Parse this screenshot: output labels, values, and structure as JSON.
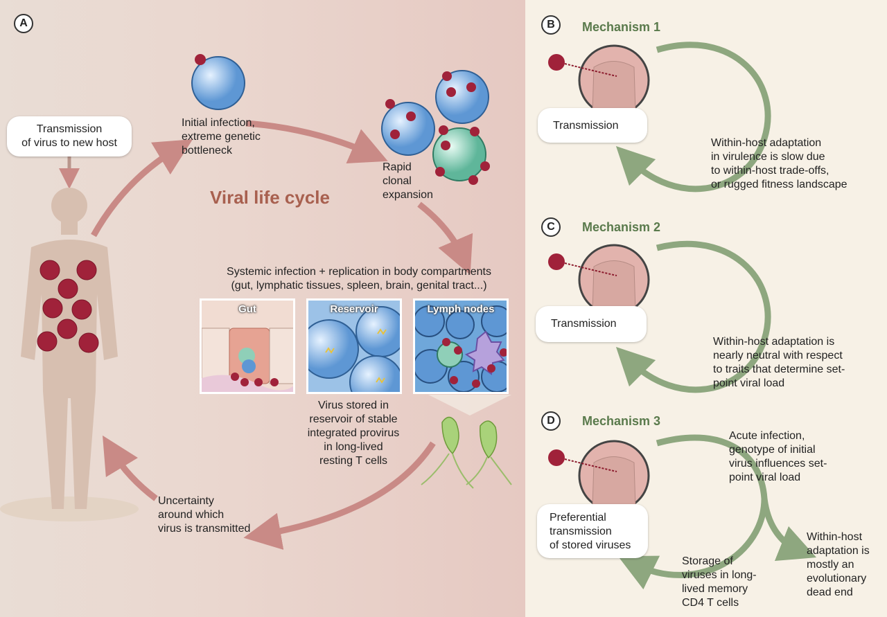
{
  "panels": {
    "a": {
      "badge": "A",
      "title": "Viral life cycle",
      "transmission_bubble": [
        "Transmission",
        "of virus to new host"
      ],
      "initial_infection": [
        "Initial infection,",
        "extreme genetic",
        "bottleneck"
      ],
      "rapid_expansion": [
        "Rapid",
        "clonal",
        "expansion"
      ],
      "systemic": [
        "Systemic infection + replication in body compartments",
        "(gut, lymphatic tissues, spleen, brain, genital tract...)"
      ],
      "insets": {
        "gut": "Gut",
        "reservoir": "Reservoir",
        "lymph": "Lymph nodes"
      },
      "stored": [
        "Virus stored in",
        "reservoir of stable",
        "integrated provirus",
        "in long-lived",
        "resting T cells"
      ],
      "uncertainty": [
        "Uncertainty",
        "around which",
        "virus is transmitted"
      ]
    },
    "b": {
      "badge": "B",
      "mechanism": "Mechanism 1",
      "transmission": "Transmission",
      "description": [
        "Within-host adaptation",
        "in virulence is slow due",
        "to within-host trade-offs,",
        "or rugged fitness landscape"
      ]
    },
    "c": {
      "badge": "C",
      "mechanism": "Mechanism 2",
      "transmission": "Transmission",
      "description": [
        "Within-host adaptation is",
        "nearly neutral with respect",
        "to traits that determine set-",
        "point viral load"
      ]
    },
    "d": {
      "badge": "D",
      "mechanism": "Mechanism 3",
      "transmission": [
        "Preferential",
        "transmission",
        "of stored viruses"
      ],
      "acute": [
        "Acute infection,",
        "genotype of initial",
        "virus influences set-",
        "point viral load"
      ],
      "dead_end": [
        "Within-host",
        "adaptation is",
        "mostly an",
        "evolutionary",
        "dead end"
      ],
      "storage": [
        "Storage of",
        "viruses in long-",
        "lived memory",
        "CD4 T cells"
      ]
    }
  },
  "colors": {
    "cycle_arrow": "#c98a86",
    "mechanism_arrow": "#8ea77f",
    "virus": "#a0223a",
    "cell_blue": "#7fb2e2",
    "cell_green": "#8fcfb8",
    "body": "#d7bfb0"
  }
}
